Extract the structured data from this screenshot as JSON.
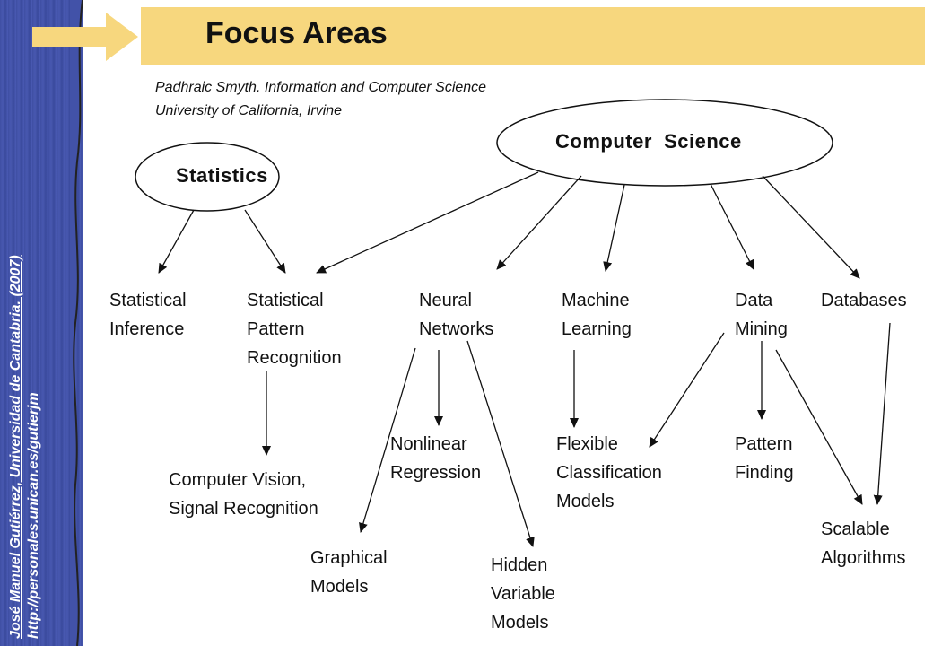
{
  "title": "Focus Areas",
  "credit": {
    "line1": "Padhraic Smyth. Information and Computer Science",
    "line2": "University of California, Irvine"
  },
  "sidebar": {
    "author": "José Manuel Gutiérrez, Universidad de Cantabria. (2007)",
    "url": "http://personales.unican.es/gutierjm"
  },
  "ellipses": {
    "statistics": "Statistics",
    "computer_science": "Computer  Science"
  },
  "nodes": {
    "statistical_inference": [
      "Statistical",
      "Inference"
    ],
    "statistical_pattern_recognition": [
      "Statistical",
      "Pattern",
      "Recognition"
    ],
    "neural_networks": [
      "Neural",
      "Networks"
    ],
    "machine_learning": [
      "Machine",
      "Learning"
    ],
    "data_mining": [
      "Data",
      "Mining"
    ],
    "databases": [
      "Databases"
    ],
    "computer_vision": [
      "Computer Vision,",
      "Signal Recognition"
    ],
    "nonlinear_regression": [
      "Nonlinear",
      "Regression"
    ],
    "flexible_classification": [
      "Flexible",
      "Classification",
      "Models"
    ],
    "pattern_finding": [
      "Pattern",
      "Finding"
    ],
    "graphical_models": [
      "Graphical",
      "Models"
    ],
    "hidden_variable_models": [
      "Hidden",
      "Variable",
      "Models"
    ],
    "scalable_algorithms": [
      "Scalable",
      "Algorithms"
    ]
  },
  "colors": {
    "title_bar": "#f7d77e",
    "sidebar": "#4252a8",
    "arrow_icon": "#f7d77e"
  }
}
